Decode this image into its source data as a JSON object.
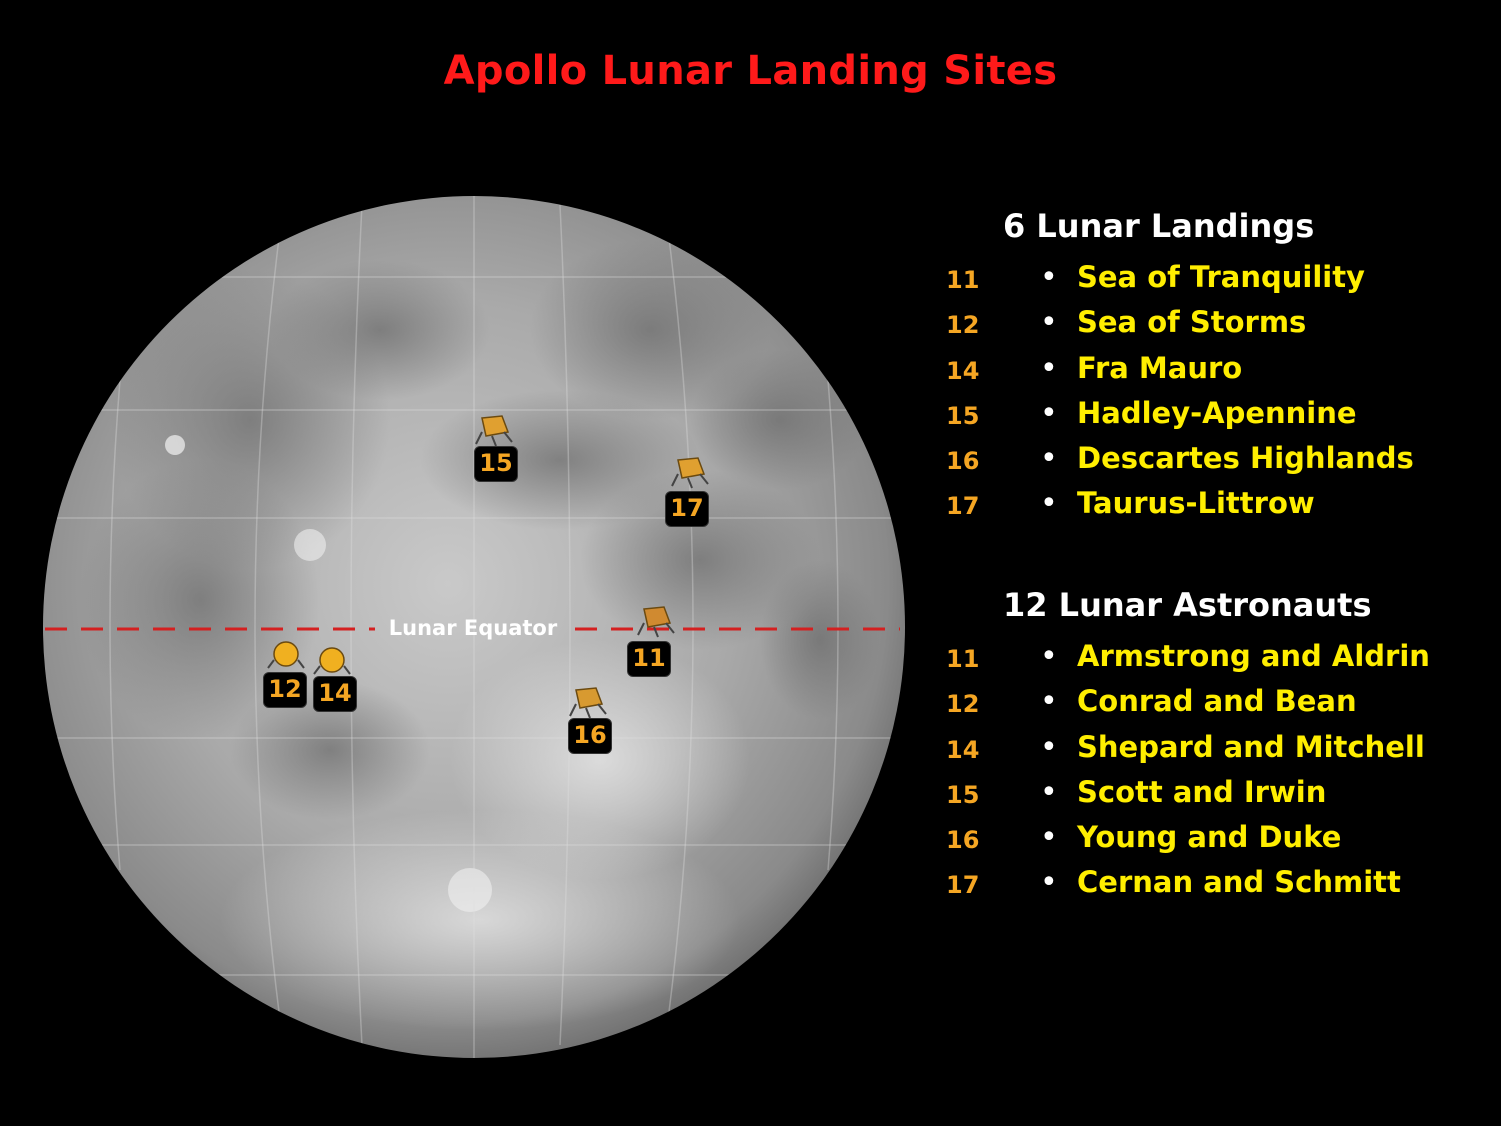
{
  "title": "Apollo Lunar Landing Sites",
  "equator_label": "Lunar Equator",
  "colors": {
    "title": "#ff1a1a",
    "mission_number": "#f5a623",
    "item_text": "#ffee00",
    "heading": "#ffffff",
    "equator_line": "#d42020"
  },
  "sites": [
    {
      "mission": "15",
      "icon": "lunar-module-icon"
    },
    {
      "mission": "17",
      "icon": "lunar-module-icon"
    },
    {
      "mission": "11",
      "icon": "lunar-module-icon"
    },
    {
      "mission": "12",
      "icon": "lunar-module-icon"
    },
    {
      "mission": "14",
      "icon": "lunar-module-icon"
    },
    {
      "mission": "16",
      "icon": "lunar-module-icon"
    }
  ],
  "landings": {
    "heading": "6 Lunar Landings",
    "items": [
      {
        "mission": "11",
        "name": "Sea of Tranquility"
      },
      {
        "mission": "12",
        "name": "Sea of Storms"
      },
      {
        "mission": "14",
        "name": "Fra Mauro"
      },
      {
        "mission": "15",
        "name": "Hadley-Apennine"
      },
      {
        "mission": "16",
        "name": "Descartes Highlands"
      },
      {
        "mission": "17",
        "name": "Taurus-Littrow"
      }
    ]
  },
  "astronauts": {
    "heading": "12 Lunar Astronauts",
    "items": [
      {
        "mission": "11",
        "name": "Armstrong and Aldrin"
      },
      {
        "mission": "12",
        "name": "Conrad and Bean"
      },
      {
        "mission": "14",
        "name": "Shepard and Mitchell"
      },
      {
        "mission": "15",
        "name": "Scott and Irwin"
      },
      {
        "mission": "16",
        "name": "Young and Duke"
      },
      {
        "mission": "17",
        "name": "Cernan and Schmitt"
      }
    ]
  },
  "bullet": "•"
}
